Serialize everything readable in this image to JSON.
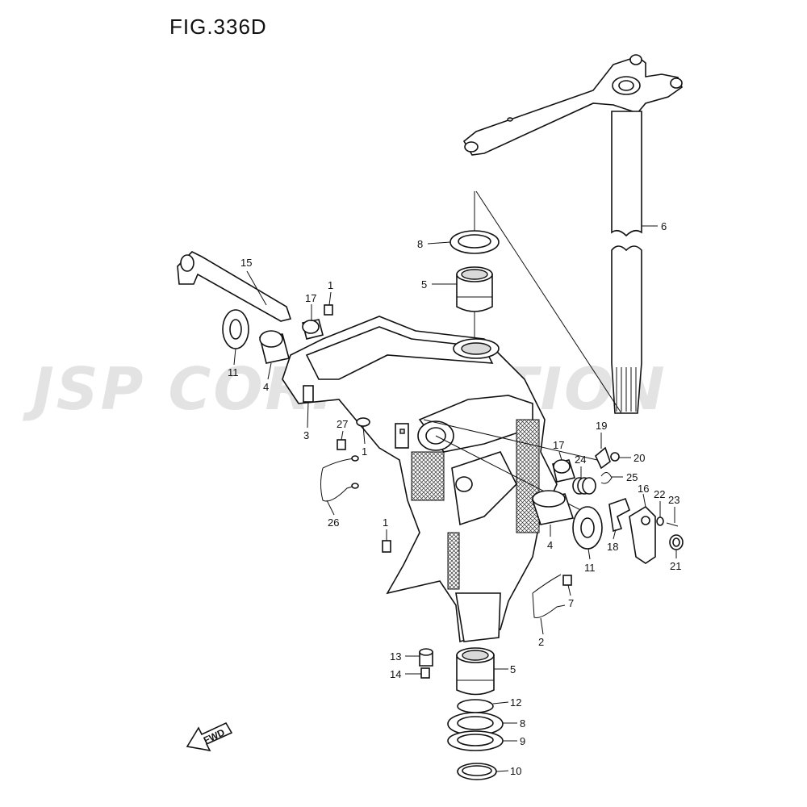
{
  "figure": {
    "title": "FIG.336D"
  },
  "watermark": {
    "text": "JSP CORPORATION"
  },
  "fwd": {
    "label": "FWD"
  },
  "callouts": [
    {
      "id": "c-15",
      "label": "15"
    },
    {
      "id": "c-1a",
      "label": "1"
    },
    {
      "id": "c-17a",
      "label": "17"
    },
    {
      "id": "c-11a",
      "label": "11"
    },
    {
      "id": "c-4a",
      "label": "4"
    },
    {
      "id": "c-3",
      "label": "3"
    },
    {
      "id": "c-27",
      "label": "27"
    },
    {
      "id": "c-1b",
      "label": "1"
    },
    {
      "id": "c-26",
      "label": "26"
    },
    {
      "id": "c-1c",
      "label": "1"
    },
    {
      "id": "c-8a",
      "label": "8"
    },
    {
      "id": "c-5a",
      "label": "5"
    },
    {
      "id": "c-6",
      "label": "6"
    },
    {
      "id": "c-19",
      "label": "19"
    },
    {
      "id": "c-20",
      "label": "20"
    },
    {
      "id": "c-17b",
      "label": "17"
    },
    {
      "id": "c-24",
      "label": "24"
    },
    {
      "id": "c-25",
      "label": "25"
    },
    {
      "id": "c-16",
      "label": "16"
    },
    {
      "id": "c-22",
      "label": "22"
    },
    {
      "id": "c-23",
      "label": "23"
    },
    {
      "id": "c-4b",
      "label": "4"
    },
    {
      "id": "c-11b",
      "label": "11"
    },
    {
      "id": "c-18",
      "label": "18"
    },
    {
      "id": "c-21",
      "label": "21"
    },
    {
      "id": "c-7",
      "label": "7"
    },
    {
      "id": "c-2",
      "label": "2"
    },
    {
      "id": "c-13",
      "label": "13"
    },
    {
      "id": "c-14",
      "label": "14"
    },
    {
      "id": "c-5b",
      "label": "5"
    },
    {
      "id": "c-12",
      "label": "12"
    },
    {
      "id": "c-8b",
      "label": "8"
    },
    {
      "id": "c-9",
      "label": "9"
    },
    {
      "id": "c-10",
      "label": "10"
    }
  ]
}
